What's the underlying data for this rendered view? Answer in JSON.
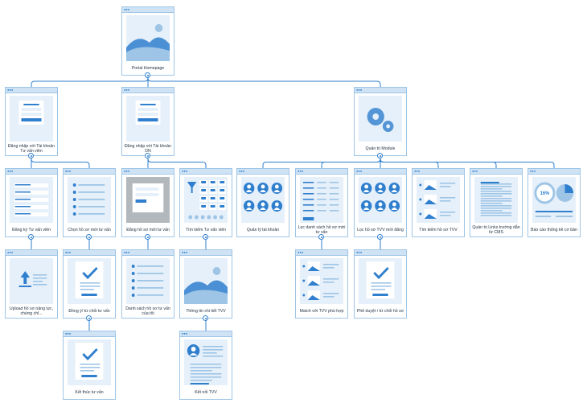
{
  "colors": {
    "accent": "#2f7fce",
    "light": "#9ec5e6",
    "fill": "#e6f0fa",
    "line": "#2f7fce"
  },
  "nodes": {
    "portal_homepage": {
      "label": "Portal Homepage",
      "icon": "image-placeholder-icon"
    },
    "login_tvv": {
      "label": "Đăng nhập với Tài khoản Tư vấn viên",
      "icon": "login-form-icon"
    },
    "login_dn": {
      "label": "Đăng nhập với Tài khoản DN",
      "icon": "login-form-icon"
    },
    "module_admin": {
      "label": "Quản trị Module",
      "icon": "gear-icon"
    },
    "register_tvv": {
      "label": "Đăng ký Tư vấn viên",
      "icon": "form-fields-icon"
    },
    "choose_profile": {
      "label": "Chọn hồ sơ mời tư vấn",
      "icon": "list-icon"
    },
    "register_invite": {
      "label": "Đăng hồ sơ mời tư vấn",
      "icon": "modal-dialog-icon"
    },
    "search_tvv": {
      "label": "Tìm kiếm Tư vấn viên",
      "icon": "filter-icon"
    },
    "account_mgmt": {
      "label": "Quản lý tài khoản",
      "icon": "users-icon"
    },
    "filter_invites": {
      "label": "Lọc danh sách hồ sơ mời tư vấn",
      "icon": "table-icon"
    },
    "filter_new_tvv": {
      "label": "Lọc hồ sơ TVV mới đăng",
      "icon": "users-icon"
    },
    "search_tvv_profile": {
      "label": "Tìm kiếm hồ sơ TVV",
      "icon": "media-list-icon"
    },
    "cms_guide": {
      "label": "Quản trị Links trường dẫn từ CMS",
      "icon": "text-lines-icon"
    },
    "basic_report": {
      "label": "Báo cáo thống kê cơ bản",
      "icon": "pie-chart-icon",
      "percent_text": "16%",
      "percent": 16
    },
    "upload_certs": {
      "label": "Upload hồ sơ năng lực, chứng chỉ...",
      "icon": "upload-icon"
    },
    "accept_reject": {
      "label": "Đồng ý/ từ chối tư vấn",
      "icon": "check-icon"
    },
    "invite_list": {
      "label": "Danh sách hồ sơ tư vấn của tôi",
      "icon": "list-icon"
    },
    "tvv_detail": {
      "label": "Thông tin chi tiết TVV",
      "icon": "image-placeholder-icon"
    },
    "match_tvv": {
      "label": "Match với TVV phù hợp",
      "icon": "media-list-icon"
    },
    "approve_profile": {
      "label": "Phê duyệt / từ chối hồ sơ",
      "icon": "check-icon"
    },
    "end_consult": {
      "label": "Kết thúc tư vấn",
      "icon": "check-icon"
    },
    "connect_tvv": {
      "label": "Kết nối TVV",
      "icon": "avatar-icon"
    }
  }
}
